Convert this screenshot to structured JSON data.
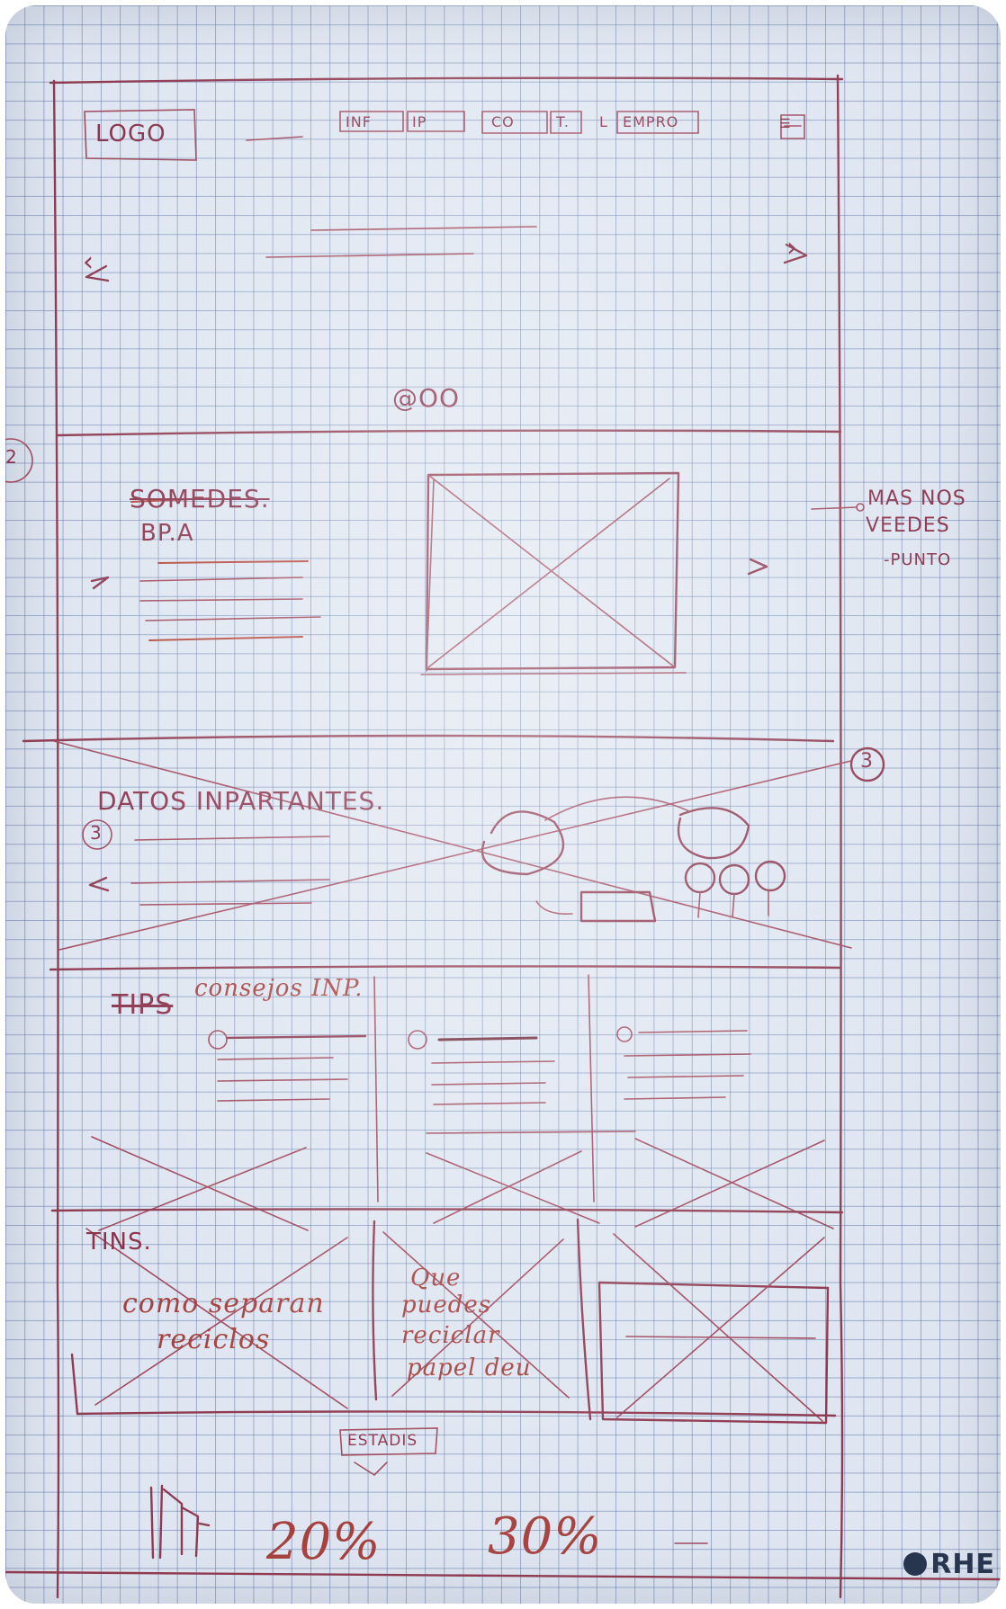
{
  "header": {
    "logo": "LOGO",
    "nav": [
      "INF",
      "IP",
      "CO",
      "T.",
      "L",
      "EMPRO"
    ]
  },
  "hero": {
    "pagination": "@OO"
  },
  "section2": {
    "marker": "2",
    "title_struck": "SOMEDES.",
    "subtitle": "BP.A",
    "note": [
      "MAS NOS",
      "VEEDES",
      "-PUNTO"
    ]
  },
  "section3": {
    "marker": "3",
    "title": "DATOS INPARTANTES.",
    "item_marker": "3"
  },
  "section4": {
    "title_struck": "TIPS",
    "title": "consejos INP."
  },
  "section5": {
    "title": "TINS.",
    "card1": [
      "como separan",
      "reciclos"
    ],
    "card2": [
      "Que",
      "puedes",
      "reciclar",
      "papel deu"
    ]
  },
  "footer": {
    "label": "ESTADIS",
    "stat1": "20%",
    "stat2": "30%"
  },
  "brand": "RHE",
  "colors": {
    "ink": "#8e3b52",
    "ink_red": "#b5483e",
    "paper": "#dfe6f1",
    "grid": "#5f78aa"
  }
}
